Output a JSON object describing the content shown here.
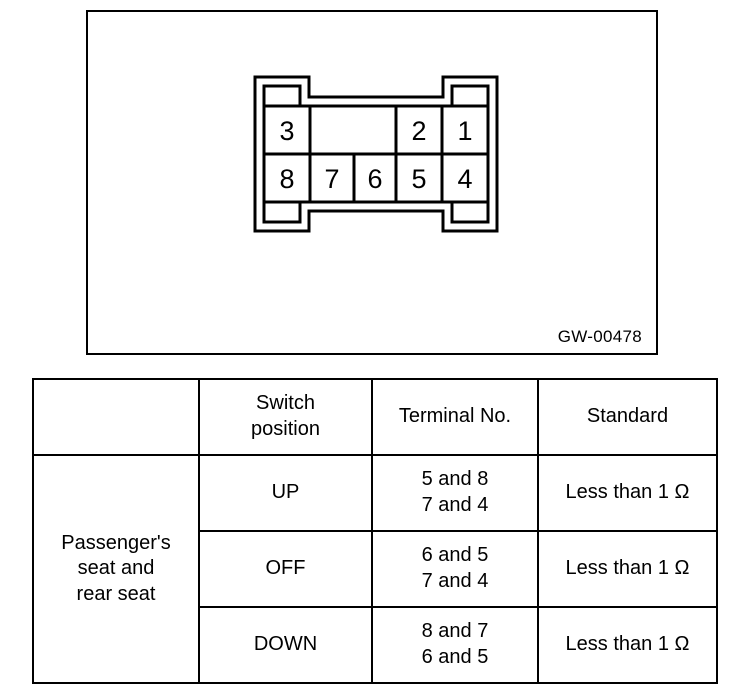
{
  "figure": {
    "id_label": "GW-00478",
    "connector": {
      "top_row_pins": [
        "3",
        "2",
        "1"
      ],
      "bottom_row_pins": [
        "8",
        "7",
        "6",
        "5",
        "4"
      ]
    }
  },
  "table": {
    "headers": [
      "",
      "Switch position",
      "Terminal No.",
      "Standard"
    ],
    "header_lines": {
      "col1": [
        ""
      ],
      "col2": [
        "Switch",
        "position"
      ],
      "col3": [
        "Terminal No."
      ],
      "col4": [
        "Standard"
      ]
    },
    "group_label_lines": [
      "Passenger's",
      "seat and",
      "rear seat"
    ],
    "rows": [
      {
        "switch_position": "UP",
        "terminal_lines": [
          "5 and 8",
          "7 and 4"
        ],
        "standard": "Less than 1 Ω"
      },
      {
        "switch_position": "OFF",
        "terminal_lines": [
          "6 and 5",
          "7 and 4"
        ],
        "standard": "Less than 1 Ω"
      },
      {
        "switch_position": "DOWN",
        "terminal_lines": [
          "8 and 7",
          "6 and 5"
        ],
        "standard": "Less than 1 Ω"
      }
    ]
  }
}
